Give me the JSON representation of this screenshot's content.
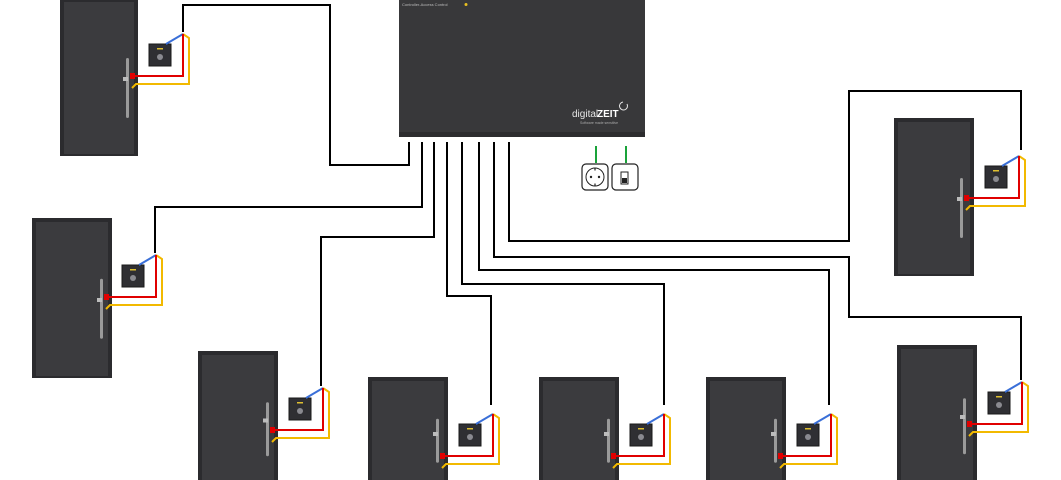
{
  "controller": {
    "label": "Controller-Access Control",
    "brand_prefix": "digital",
    "brand_name": "ZEIT",
    "tagline": "Software made sensitive"
  },
  "doors": [
    {
      "id": "door-1"
    },
    {
      "id": "door-2"
    },
    {
      "id": "door-3"
    },
    {
      "id": "door-4"
    },
    {
      "id": "door-5"
    },
    {
      "id": "door-6"
    },
    {
      "id": "door-7"
    },
    {
      "id": "door-8"
    },
    {
      "id": "door-9"
    }
  ],
  "peripherals": {
    "power_socket_icon": "power-socket-icon",
    "switch_icon": "light-switch-icon"
  },
  "colors": {
    "cable_main": "#000000",
    "wire_blue": "#3a6fd8",
    "wire_red": "#e00000",
    "wire_yellow": "#f2b900",
    "wire_green": "#1aa33a",
    "door_dark": "#3b3b3e",
    "controller_dark": "#38383a"
  }
}
